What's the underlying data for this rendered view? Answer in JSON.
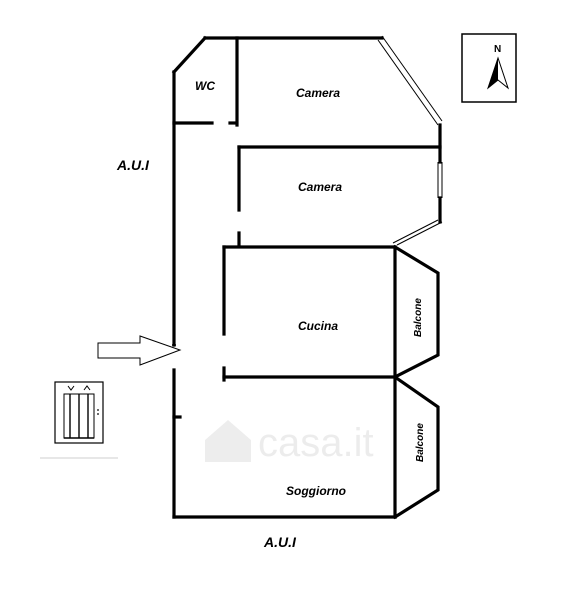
{
  "rooms": {
    "wc": "WC",
    "camera_1": "Camera",
    "camera_2": "Camera",
    "cucina": "Cucina",
    "soggiorno": "Soggiorno",
    "balcone_1": "Balcone",
    "balcone_2": "Balcone"
  },
  "outside": {
    "aui_left": "A.U.I",
    "aui_bottom": "A.U.I"
  },
  "compass": {
    "label": "N"
  },
  "watermark": {
    "text": "casa.it"
  }
}
